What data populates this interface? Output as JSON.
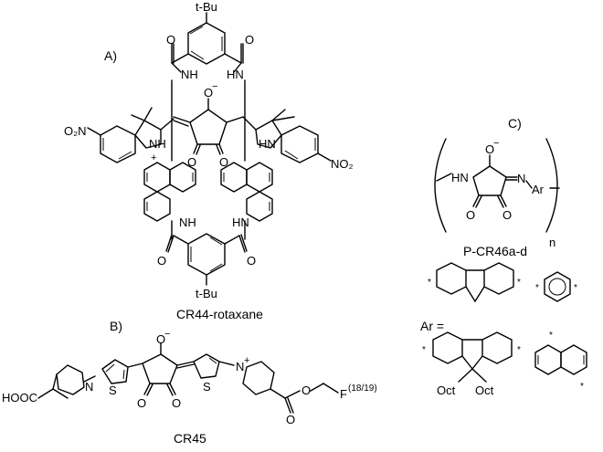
{
  "panels": {
    "a": "A)",
    "b": "B)",
    "c": "C)"
  },
  "rotaxane": {
    "tbu_top": "t-Bu",
    "tbu_bottom": "t-Bu",
    "nh_tl": "NH",
    "hn_tr": "HN",
    "nh_bl": "NH",
    "hn_br": "HN",
    "o_tl": "O",
    "o_tr": "O",
    "o_bl": "O",
    "o_br": "O",
    "oxide": "O",
    "o_left": "O",
    "o_right": "O",
    "o2n": "O₂N",
    "no2": "NO₂",
    "nh_plus": "NH",
    "plus": "+",
    "hn_right": "HN",
    "name": "CR44-rotaxane"
  },
  "cr45": {
    "hooc": "HOOC",
    "n_left": "N",
    "s_left": "S",
    "oxide": "O",
    "s_right": "S",
    "n_plus": "N",
    "plus": "+",
    "o_ketones_l": "O",
    "o_ketones_r": "O",
    "o_ester": "O",
    "o_ester2": "O",
    "fluorine": "F",
    "isotope": "(18/19)",
    "name": "CR45"
  },
  "polymer": {
    "hn": "HN",
    "oxide": "O",
    "n_ar": "N",
    "ar": "Ar",
    "o_l": "O",
    "o_r": "O",
    "n_sub": "n",
    "name": "P-CR46a-d"
  },
  "ar_options": {
    "ar_label": "Ar =",
    "oct_l": "Oct",
    "oct_r": "Oct"
  }
}
